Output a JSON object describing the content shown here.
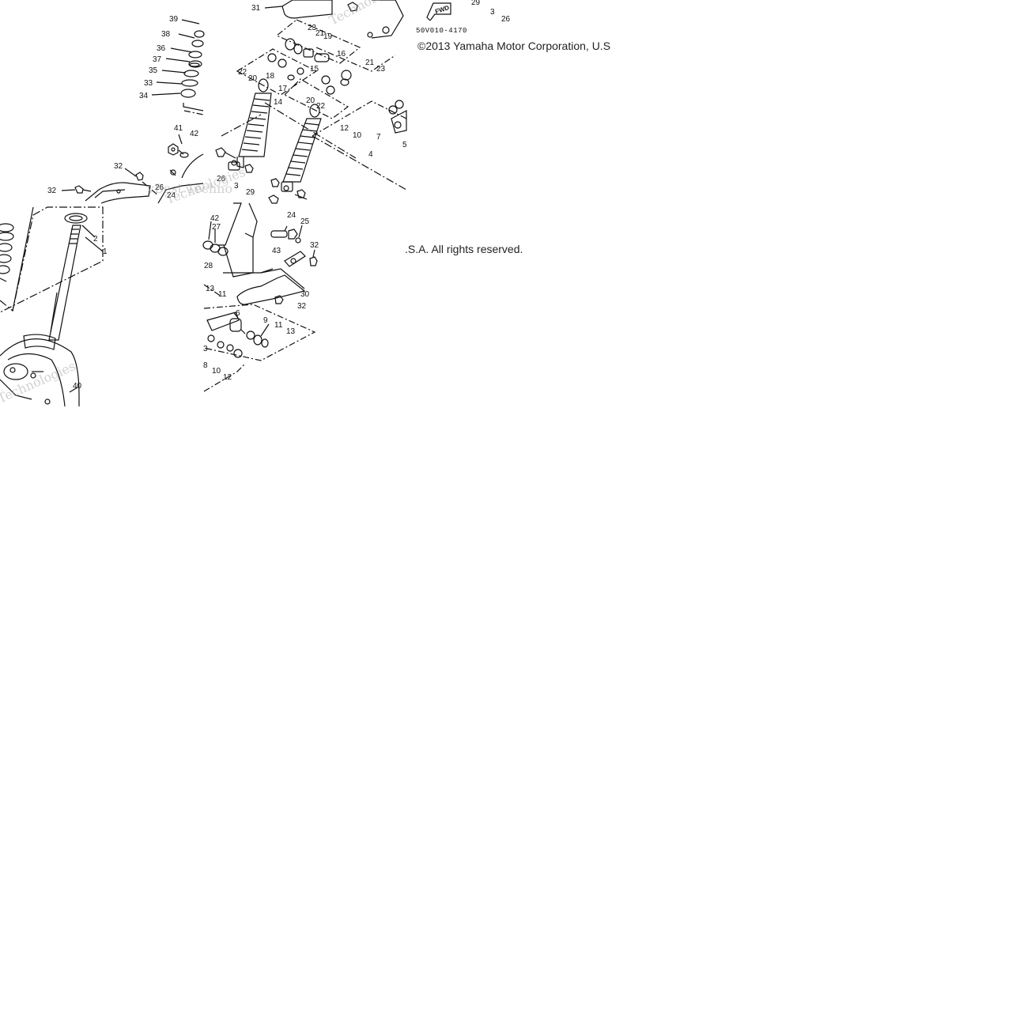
{
  "diagram": {
    "code": "50V010-4170",
    "fwd_label": "FWD",
    "copyright_part1": "©2013 Yamaha Motor Corporation, U.S",
    "copyright_part2": ".S.A. All rights reserved.",
    "watermarks": [
      "Technologies",
      "vBest Techno",
      "Technologies",
      "Technologies"
    ],
    "callouts": {
      "tl": [
        "39",
        "38",
        "36",
        "37",
        "35",
        "33",
        "34",
        "41",
        "42",
        "32",
        "32",
        "1",
        "2",
        "40",
        "26",
        "24"
      ],
      "tm": [
        "31",
        "23",
        "21",
        "19",
        "16",
        "22",
        "20",
        "18",
        "17",
        "15",
        "14",
        "21",
        "23",
        "20",
        "22",
        "26",
        "3",
        "29",
        "24",
        "25"
      ],
      "tr": [
        "29",
        "3",
        "26",
        "12",
        "10",
        "7",
        "4",
        "5"
      ],
      "mm": [
        "42",
        "27",
        "28",
        "13",
        "11",
        "43",
        "32",
        "30",
        "32",
        "6",
        "9",
        "11",
        "13",
        "10",
        "12",
        "8",
        "3"
      ]
    }
  }
}
